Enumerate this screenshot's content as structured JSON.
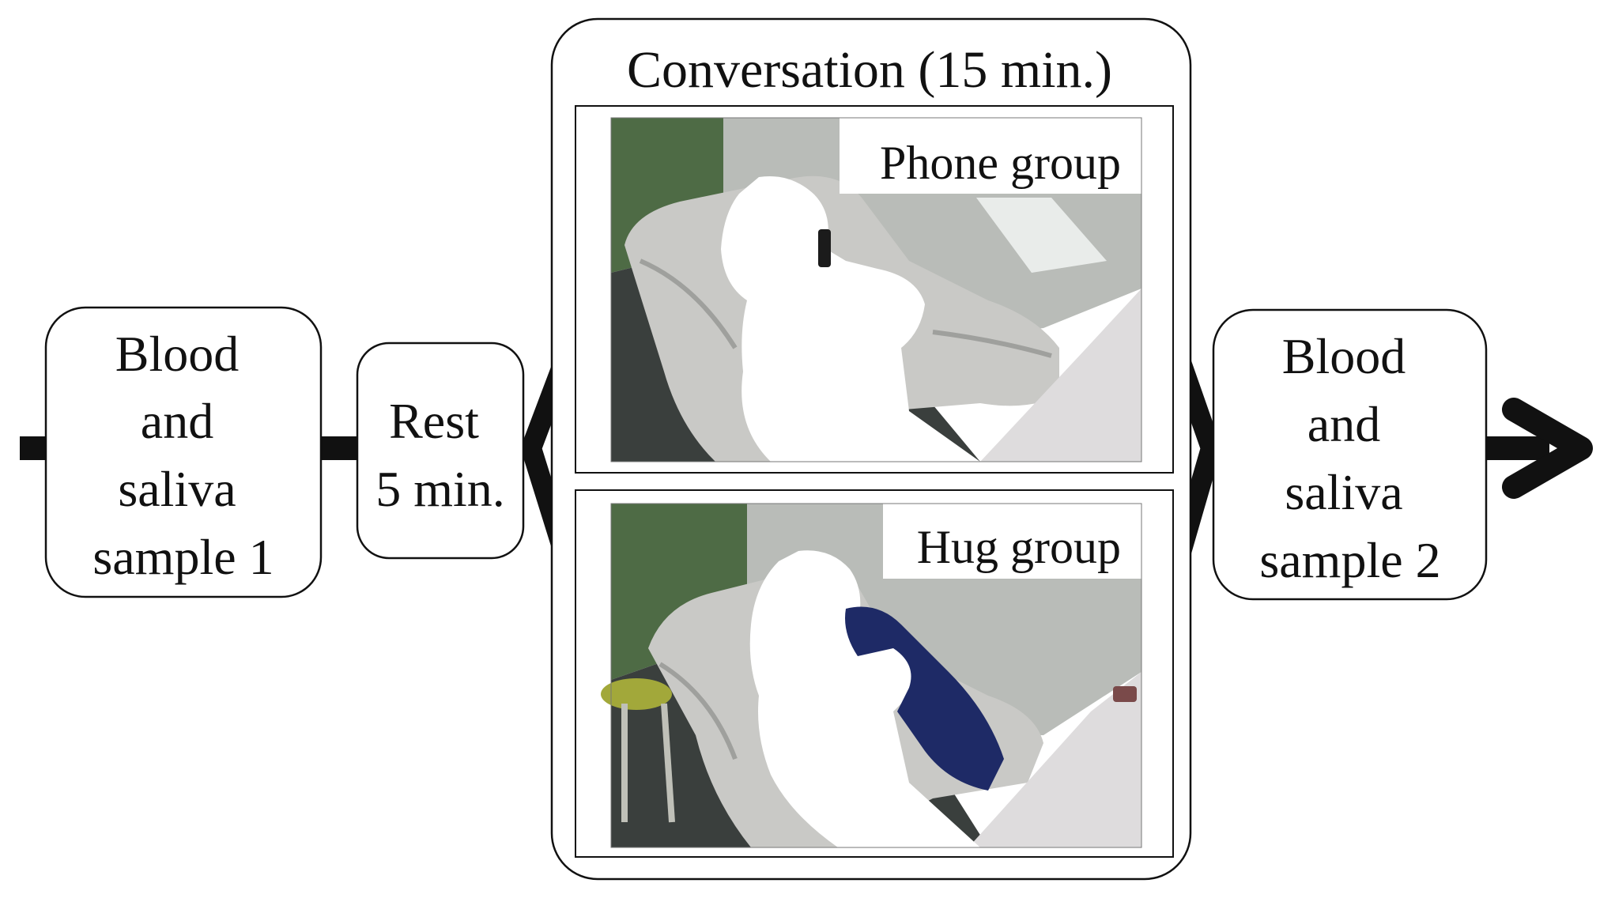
{
  "steps": {
    "sample1": {
      "lines": [
        "Blood",
        "and",
        "saliva",
        "sample 1"
      ]
    },
    "rest": {
      "lines": [
        "Rest",
        "5 min."
      ]
    },
    "conversation": {
      "title": "Conversation (15 min.)",
      "groups": [
        {
          "label": "Phone group",
          "prop": "phone"
        },
        {
          "label": "Hug group",
          "prop": "pillow"
        }
      ]
    },
    "sample2": {
      "lines": [
        "Blood",
        "and",
        "saliva",
        "sample 2"
      ]
    }
  },
  "colors": {
    "line": "#111111",
    "wall_green": "#4e6b45",
    "wall_grey": "#b9bcb8",
    "sofa": "#c9c9c6",
    "floor": "#3a3f3d",
    "desk": "#dedcdd",
    "pillow": "#1e2a66"
  },
  "icons": {
    "flow_arrow": "arrow-right-icon",
    "silhouette": "person-silhouette-icon"
  }
}
